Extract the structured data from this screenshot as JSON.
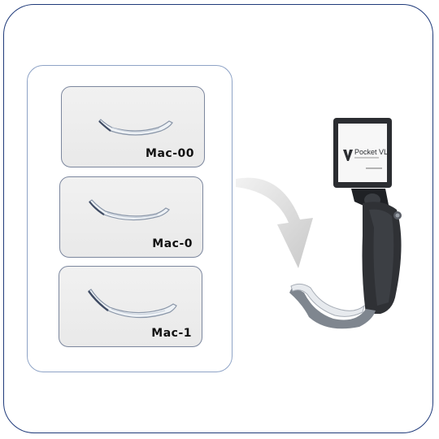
{
  "blades": [
    {
      "label": "Mac-00"
    },
    {
      "label": "Mac-0"
    },
    {
      "label": "Mac-1"
    }
  ],
  "device": {
    "brand": "Pocket VL"
  },
  "icons": [
    "blade-icon",
    "curved-arrow-icon",
    "video-laryngoscope-icon"
  ],
  "colors": {
    "frame_border": "#1f3a7a",
    "panel_border": "#8ea3c6",
    "card_border": "#7c879e",
    "arrow": "#d4d4d4",
    "device_body": "#2b2d31"
  }
}
